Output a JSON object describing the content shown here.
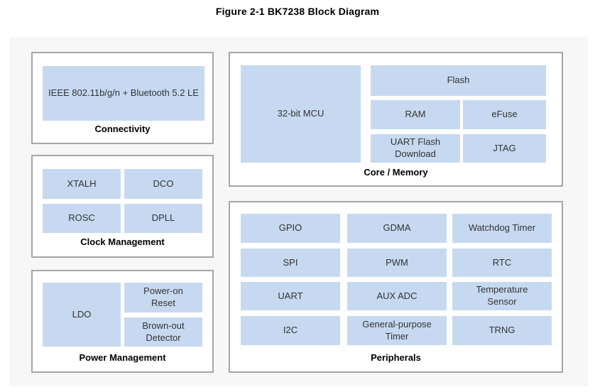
{
  "title": "Figure 2-1 BK7238 Block Diagram",
  "colors": {
    "block_fill": "#c6d9f1",
    "section_border": "#a6a6a6",
    "canvas_background": "#f7f7f7",
    "block_text": "#333333",
    "label_text": "#000000"
  },
  "sections": {
    "connectivity": {
      "label": "Connectivity",
      "blocks": [
        "IEEE 802.11b/g/n + Bluetooth 5.2 LE"
      ]
    },
    "clock": {
      "label": "Clock Management",
      "blocks": [
        "XTALH",
        "DCO",
        "ROSC",
        "DPLL"
      ]
    },
    "power": {
      "label": "Power Management",
      "blocks": [
        "LDO",
        "Power-on Reset",
        "Brown-out Detector"
      ]
    },
    "core_memory": {
      "label": "Core / Memory",
      "blocks": [
        "32-bit MCU",
        "Flash",
        "RAM",
        "eFuse",
        "UART Flash Download",
        "JTAG"
      ]
    },
    "peripherals": {
      "label": "Peripherals",
      "blocks": [
        "GPIO",
        "GDMA",
        "Watchdog Timer",
        "SPI",
        "PWM",
        "RTC",
        "UART",
        "AUX ADC",
        "Temperature Sensor",
        "I2C",
        "General-purpose Timer",
        "TRNG"
      ]
    }
  }
}
